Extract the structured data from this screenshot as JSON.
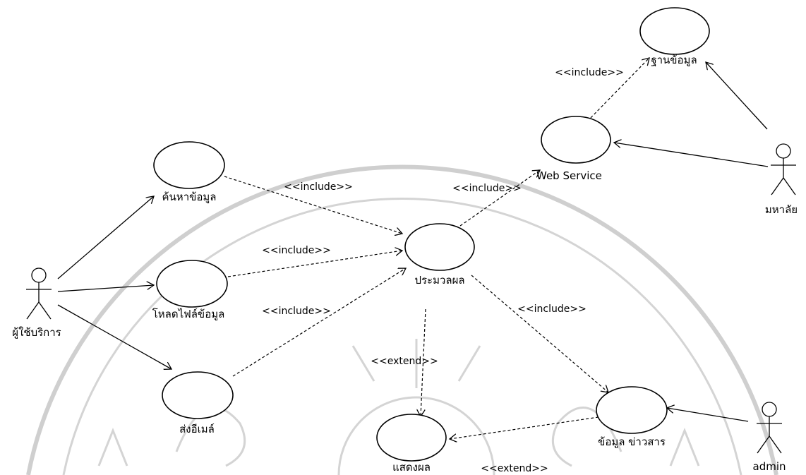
{
  "diagram": {
    "actors": {
      "user": "ผู้ใช้บริการ",
      "university": "มหาลัย",
      "admin": "admin"
    },
    "use_cases": {
      "database": "ฐานข้อมูล",
      "web_service": "Web Service",
      "search": "ค้นหาข้อมูล",
      "process": "ประมวลผล",
      "upload": "โหลดไฟล์ข้อมูล",
      "send_email": "ส่งอีเมล์",
      "display": "แสดงผล",
      "news": "ข้อมูล ข่าวสาร"
    },
    "stereotypes": {
      "include": "<<include>>",
      "extend": "<<extend>>"
    }
  }
}
